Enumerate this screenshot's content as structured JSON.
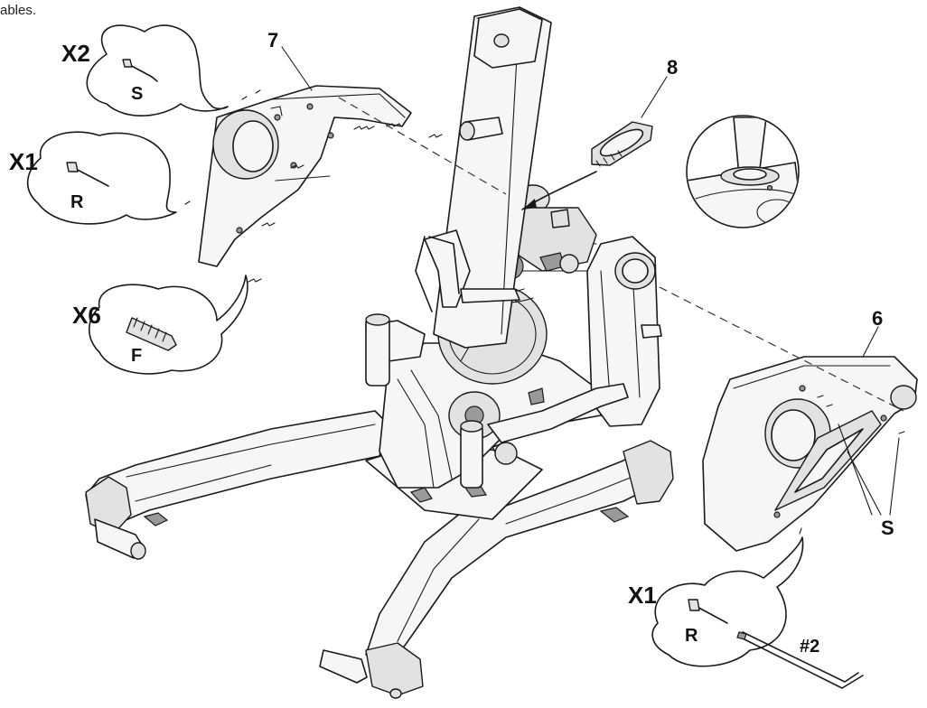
{
  "header": {
    "fragment": "ables."
  },
  "callouts": {
    "screw_s": {
      "qty": "X2",
      "letter": "S"
    },
    "screw_r_left": {
      "qty": "X1",
      "letter": "R"
    },
    "fastener_f": {
      "qty": "X6",
      "letter": "F"
    },
    "screw_r_right": {
      "qty": "X1",
      "letter": "R"
    }
  },
  "parts": {
    "part_7": "7",
    "part_8": "8",
    "part_6": "6",
    "screws_s_label": "S",
    "tool_label": "#2"
  },
  "colors": {
    "line": "#1a1a1a",
    "fill_light": "#f4f4f4",
    "fill_mid": "#dcdcdc",
    "fill_dark": "#8a8a8a"
  }
}
